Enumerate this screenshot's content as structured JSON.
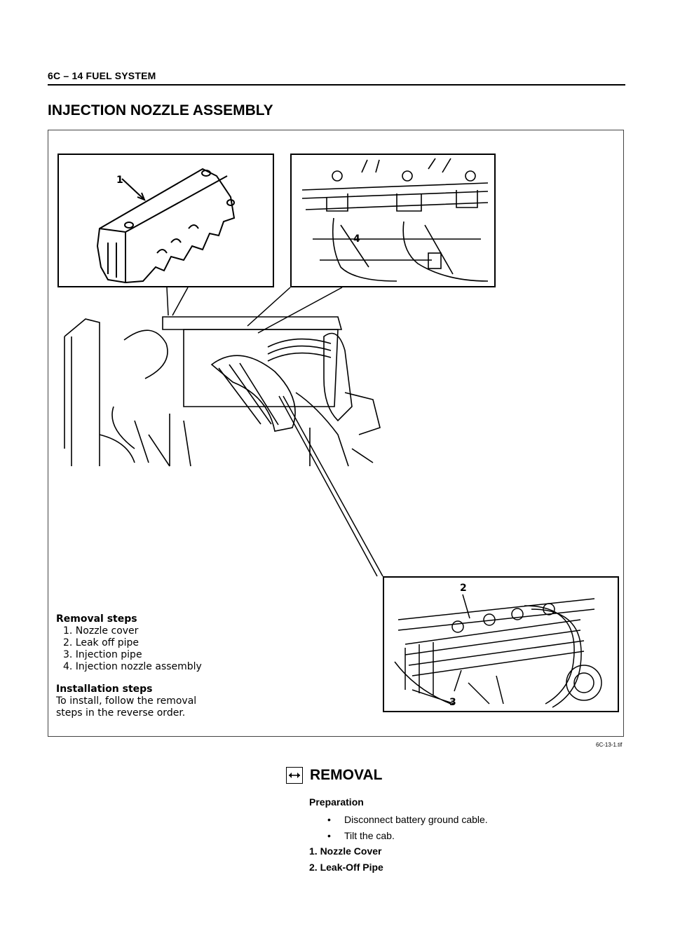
{
  "header": {
    "section": "6C – 14  FUEL SYSTEM"
  },
  "title": "INJECTION NOZZLE ASSEMBLY",
  "figure": {
    "callouts": [
      "1",
      "2",
      "3",
      "4"
    ],
    "removal_steps": {
      "heading": "Removal steps",
      "items": [
        "1. Nozzle cover",
        "2. Leak off pipe",
        "3. Injection pipe",
        "4. Injection nozzle assembly"
      ]
    },
    "installation_steps": {
      "heading": "Installation steps",
      "lines": [
        "To install, follow the removal",
        "steps in the reverse order."
      ]
    },
    "code": "6C-13-1.tif"
  },
  "removal": {
    "icon": "double-arrow-icon",
    "title": "REMOVAL",
    "preparation_label": "Preparation",
    "bullets": [
      "Disconnect battery ground cable.",
      "Tilt the cab."
    ],
    "steps": [
      "1.  Nozzle Cover",
      "2.  Leak-Off Pipe"
    ]
  }
}
